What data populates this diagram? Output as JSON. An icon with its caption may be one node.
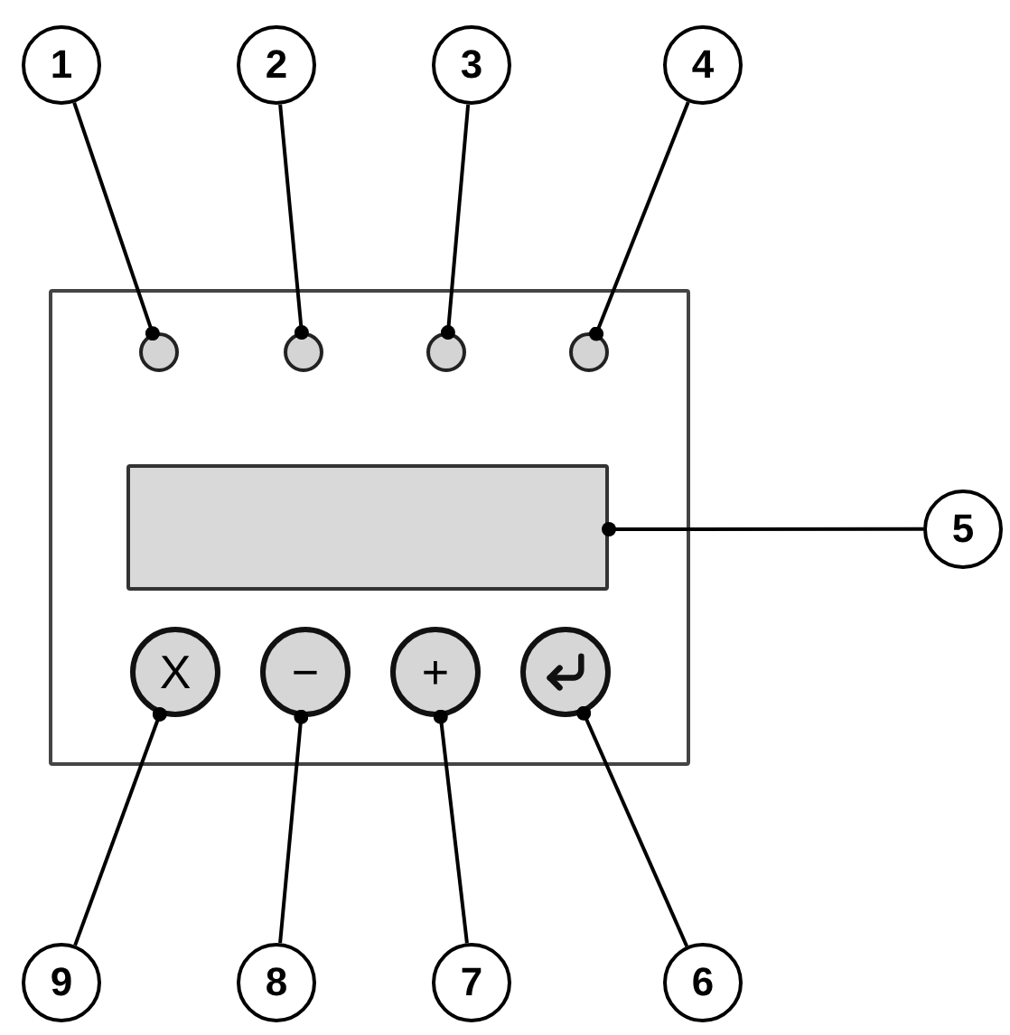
{
  "diagram": {
    "nodes": [
      {
        "text": [
          "1"
        ]
      },
      {
        "text": [
          "2"
        ]
      },
      {
        "text": [
          "3"
        ]
      },
      {
        "text": [
          "4"
        ]
      },
      {
        "text": [],
        "shape": "box"
      },
      {
        "text": [],
        "shape": "circle",
        "in": 4
      },
      {
        "text": [],
        "shape": "circle",
        "in": 4
      },
      {
        "text": [],
        "shape": "circle",
        "in": 4
      },
      {
        "text": [],
        "shape": "circle",
        "in": 4
      },
      {
        "text": [],
        "shape": "box",
        "in": 4
      },
      {
        "text": [
          "5"
        ]
      },
      {
        "text": [
          "X"
        ],
        "in": 4
      },
      {
        "text": [
          "−"
        ],
        "in": 4
      },
      {
        "text": [
          "+"
        ],
        "in": 4
      },
      {
        "text": [],
        "shape": "circle",
        "in": 4
      },
      {
        "text": [
          "9"
        ]
      },
      {
        "text": [
          "8"
        ]
      },
      {
        "text": [
          "7"
        ]
      },
      {
        "text": [
          "6"
        ]
      }
    ],
    "edges": [
      {
        "from": 0,
        "to": 5,
        "arrow": "other"
      },
      {
        "from": 1,
        "to": 6,
        "arrow": "other"
      },
      {
        "from": 2,
        "to": 7,
        "arrow": "other"
      },
      {
        "from": 3,
        "to": 8,
        "arrow": "other"
      },
      {
        "from": 10,
        "to": 9,
        "arrow": "other"
      },
      {
        "from": 18,
        "to": 14,
        "arrow": "other"
      },
      {
        "from": 17,
        "to": 13,
        "arrow": "other"
      },
      {
        "from": 16,
        "to": 12,
        "arrow": "other"
      },
      {
        "from": 15,
        "to": 11,
        "arrow": "other"
      }
    ]
  }
}
